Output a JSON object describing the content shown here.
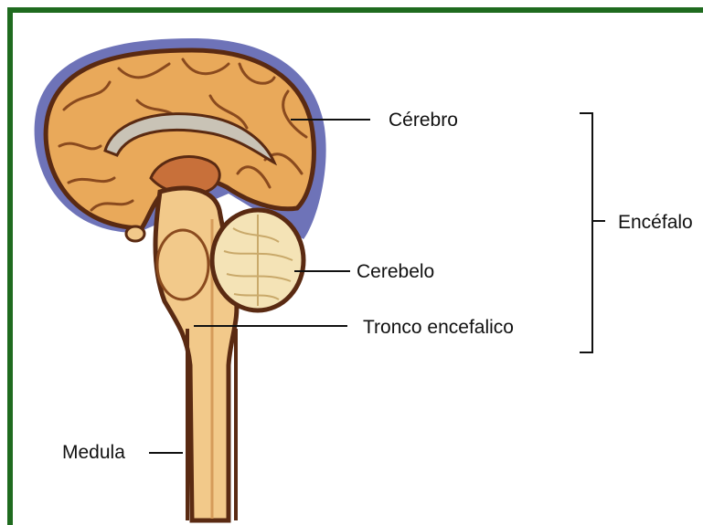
{
  "labels": {
    "cerebro": "Cérebro",
    "cerebelo": "Cerebelo",
    "tronco": "Tronco encefalico",
    "medula": "Medula",
    "encefalo": "Encéfalo"
  },
  "colors": {
    "frame": "#1f6b1f",
    "meninges": "#6e73b8",
    "brain": "#e9a95a",
    "brain_dark": "#5a2a12",
    "cerebellum": "#f4e3b6",
    "stem": "#f2c98a",
    "corpus_callosum": "#c9c3b6"
  },
  "icons": {
    "bracket": "bracket-shape"
  }
}
